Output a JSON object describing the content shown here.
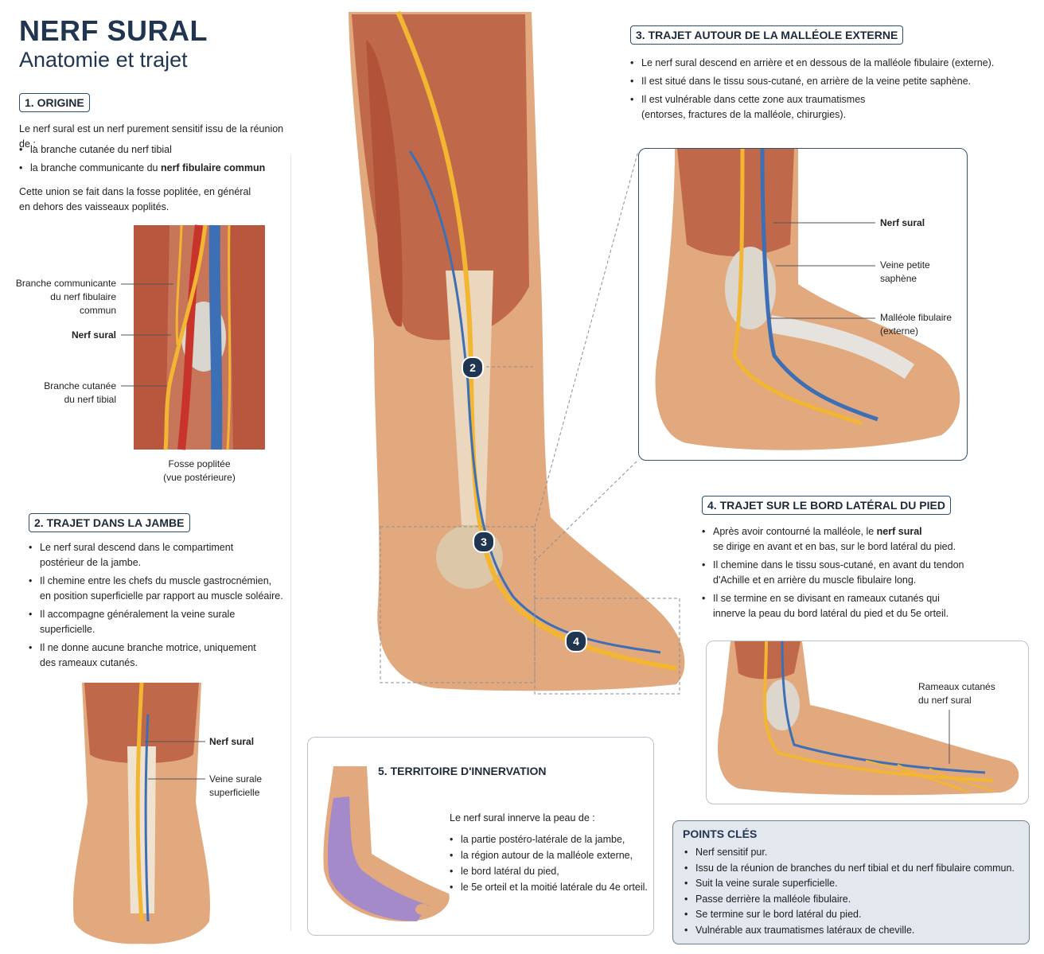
{
  "header": {
    "title": "NERF SURAL",
    "subtitle": "Anatomie et trajet"
  },
  "origine": {
    "title": "1. ORIGINE",
    "intro": "Le nerf sural est un nerf purement sensitif issu de la réunion de :",
    "bullet1": "la branche cutanée du nerf tibial",
    "bullet2_pre": "la branche communicante du ",
    "bullet2_bold": "nerf fibulaire commun",
    "union_line1": "Cette union se fait dans la fosse poplitée, en général",
    "union_line2": "en dehors des vaisseaux poplités.",
    "labels": {
      "branche_comm_1": "Branche communicante",
      "branche_comm_2": "du nerf fibulaire commun",
      "nerf_sural": "Nerf sural",
      "branche_cut_1": "Branche cutanée",
      "branche_cut_2": "du nerf tibial"
    },
    "caption1": "Fosse poplitée",
    "caption2": "(vue postérieure)"
  },
  "jambe": {
    "title": "2. TRAJET DANS LA JAMBE",
    "b1_l1": "Le nerf sural descend dans le compartiment",
    "b1_l2": "postérieur de la jambe.",
    "b2_l1": "Il chemine entre les chefs du muscle gastrocnémien,",
    "b2_l2": "en position superficielle par rapport au muscle soléaire.",
    "b3_l1": "Il accompagne généralement la veine surale",
    "b3_l2": "superficielle.",
    "b4_l1": "Il ne donne aucune branche motrice, uniquement",
    "b4_l2": "des rameaux cutanés.",
    "label_nerf": "Nerf sural",
    "label_veine_1": "Veine surale",
    "label_veine_2": "superficielle"
  },
  "malleole": {
    "title": "3. TRAJET AUTOUR DE LA MALLÉOLE EXTERNE",
    "b1": "Le nerf sural descend en arrière et en dessous de la malléole fibulaire (externe).",
    "b2": "Il est situé dans le tissu sous-cutané, en arrière de la veine petite saphène.",
    "b3_l1": "Il est vulnérable dans cette zone aux traumatismes",
    "b3_l2": "(entorses, fractures de la malléole, chirurgies).",
    "label_nerf": "Nerf sural",
    "label_veine_1": "Veine petite",
    "label_veine_2": "saphène",
    "label_mall_1": "Malléole fibulaire",
    "label_mall_2": "(externe)"
  },
  "pied": {
    "title": "4. TRAJET SUR LE BORD LATÉRAL DU PIED",
    "b1_pre": "Après avoir contourné la malléole, le ",
    "b1_bold": "nerf sural",
    "b1_l2": "se dirige en avant et en bas, sur le bord latéral du pied.",
    "b2_l1": "Il chemine dans le tissu sous-cutané, en avant du tendon",
    "b2_l2": "d'Achille et en arrière du muscle fibulaire long.",
    "b3_l1": "Il se termine en se divisant en rameaux cutanés qui",
    "b3_l2": "innerve la peau du bord latéral du pied et du 5e orteil.",
    "label_rameaux_1": "Rameaux cutanés",
    "label_rameaux_2": "du nerf sural"
  },
  "territoire": {
    "title": "5. TERRITOIRE D'INNERVATION",
    "intro": "Le nerf sural innerve la peau de :",
    "b1": "la partie postéro-latérale de la jambe,",
    "b2": "la région autour de la malléole externe,",
    "b3": "le bord latéral du pied,",
    "b4": "le 5e orteil et la moitié latérale du 4e orteil."
  },
  "points": {
    "title": "POINTS CLÉS",
    "b1": "Nerf sensitif pur.",
    "b2": "Issu de la réunion de branches du nerf tibial et du nerf fibulaire commun.",
    "b3": "Suit la veine surale superficielle.",
    "b4": "Passe derrière la malléole fibulaire.",
    "b5": "Se termine sur le bord latéral du pied.",
    "b6": "Vulnérable aux traumatismes latéraux de cheville."
  },
  "markers": {
    "m2": "2",
    "m3": "3",
    "m4": "4"
  },
  "colors": {
    "nerve": "#f2b632",
    "vein": "#3d6fb5",
    "artery": "#c8342c",
    "muscle": "#c0684a",
    "skin": "#e2a87e",
    "territory": "#a48ac8",
    "navy": "#1f3550"
  }
}
